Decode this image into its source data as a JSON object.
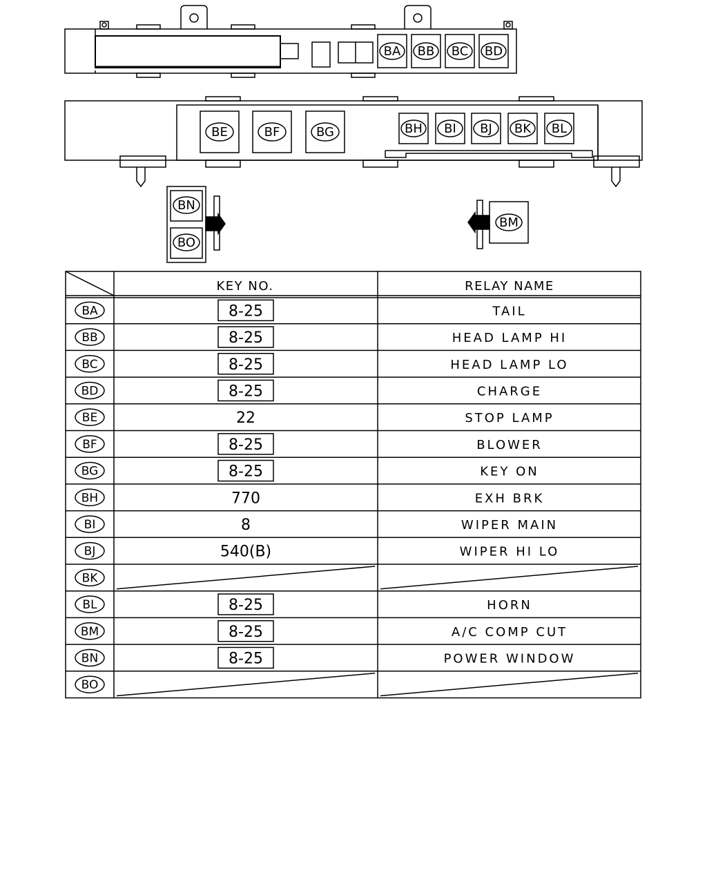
{
  "fuse_box": {
    "top_row_relays": [
      "BA",
      "BB",
      "BC",
      "BD"
    ],
    "middle_large_relays": [
      "BE",
      "BF",
      "BG"
    ],
    "middle_small_relays": [
      "BH",
      "BI",
      "BJ",
      "BK",
      "BL"
    ],
    "left_detached_relays": [
      "BN",
      "BO"
    ],
    "right_detached_relays": [
      "BM"
    ]
  },
  "table": {
    "header_key_no": "KEY NO.",
    "header_relay_name": "RELAY NAME",
    "rows": [
      {
        "code": "BA",
        "key_no": "8-25",
        "key_boxed": true,
        "relay_name": "TAIL",
        "empty": false
      },
      {
        "code": "BB",
        "key_no": "8-25",
        "key_boxed": true,
        "relay_name": "HEAD LAMP HI",
        "empty": false
      },
      {
        "code": "BC",
        "key_no": "8-25",
        "key_boxed": true,
        "relay_name": "HEAD LAMP LO",
        "empty": false
      },
      {
        "code": "BD",
        "key_no": "8-25",
        "key_boxed": true,
        "relay_name": "CHARGE",
        "empty": false
      },
      {
        "code": "BE",
        "key_no": "22",
        "key_boxed": false,
        "relay_name": "STOP LAMP",
        "empty": false
      },
      {
        "code": "BF",
        "key_no": "8-25",
        "key_boxed": true,
        "relay_name": "BLOWER",
        "empty": false
      },
      {
        "code": "BG",
        "key_no": "8-25",
        "key_boxed": true,
        "relay_name": "KEY ON",
        "empty": false
      },
      {
        "code": "BH",
        "key_no": "770",
        "key_boxed": false,
        "relay_name": "EXH BRK",
        "empty": false
      },
      {
        "code": "BI",
        "key_no": "8",
        "key_boxed": false,
        "relay_name": "WIPER MAIN",
        "empty": false
      },
      {
        "code": "BJ",
        "key_no": "540(B)",
        "key_boxed": false,
        "relay_name": "WIPER HI LO",
        "empty": false
      },
      {
        "code": "BK",
        "key_no": "",
        "key_boxed": false,
        "relay_name": "",
        "empty": true
      },
      {
        "code": "BL",
        "key_no": "8-25",
        "key_boxed": true,
        "relay_name": "HORN",
        "empty": false
      },
      {
        "code": "BM",
        "key_no": "8-25",
        "key_boxed": true,
        "relay_name": "A/C COMP CUT",
        "empty": false
      },
      {
        "code": "BN",
        "key_no": "8-25",
        "key_boxed": true,
        "relay_name": "POWER WINDOW",
        "empty": false
      },
      {
        "code": "BO",
        "key_no": "",
        "key_boxed": false,
        "relay_name": "",
        "empty": true
      }
    ]
  }
}
